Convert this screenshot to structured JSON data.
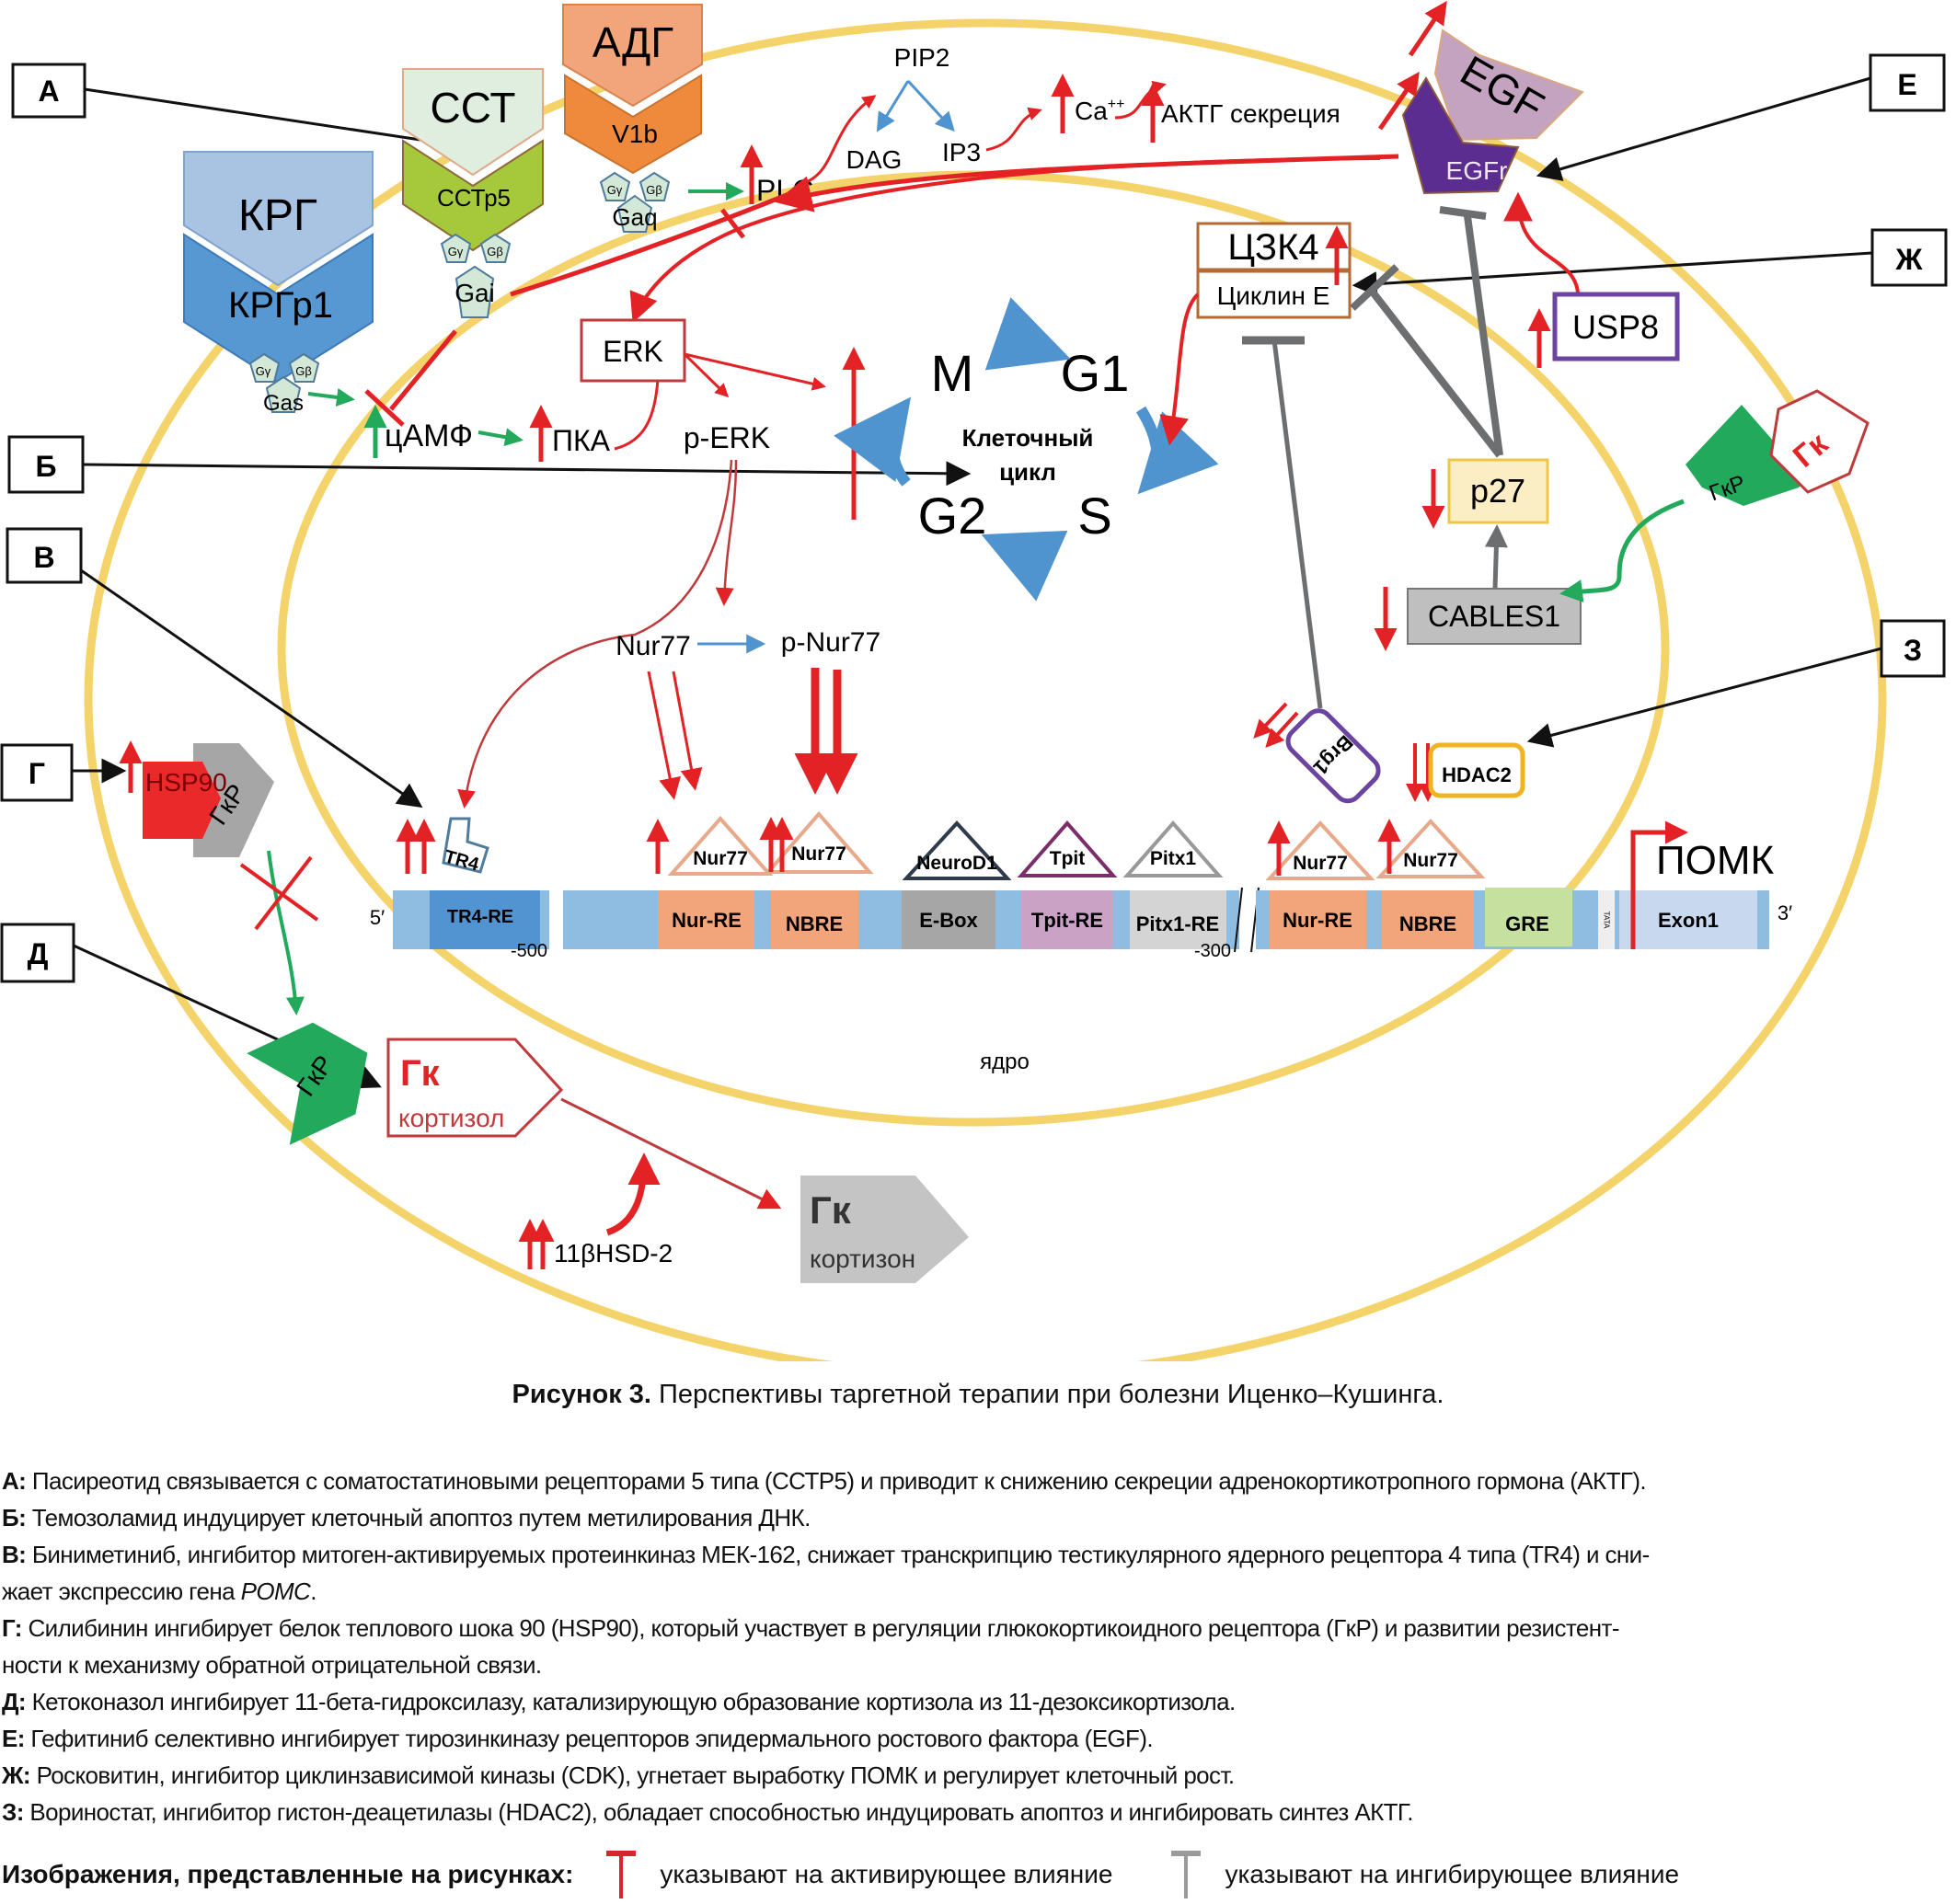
{
  "figure": {
    "title_bold": "Рисунок 3.",
    "title_rest": " Перспективы таргетной терапии при болезни Иценко–Кушинга."
  },
  "colors": {
    "membrane": "#f5d36b",
    "activation_red": "#e32226",
    "inhibition_gray": "#6d6e70",
    "green_arrow": "#22a95b",
    "blue_arrow": "#4f93cf",
    "egfr_purple": "#5b2d91",
    "egf_mauve": "#c4a3c0"
  },
  "callouts": [
    {
      "id": "A",
      "label": "А"
    },
    {
      "id": "B",
      "label": "Б"
    },
    {
      "id": "V",
      "label": "В"
    },
    {
      "id": "G",
      "label": "Г"
    },
    {
      "id": "D",
      "label": "Д"
    },
    {
      "id": "E",
      "label": "Е"
    },
    {
      "id": "Zh",
      "label": "Ж"
    },
    {
      "id": "Z",
      "label": "З"
    }
  ],
  "receptors": {
    "krg": {
      "ligand": "КРГ",
      "receptor": "КРГр1",
      "g_gamma": "Gγ",
      "g_beta": "Gβ",
      "g_alpha": "Gas"
    },
    "sst": {
      "ligand": "ССТ",
      "receptor": "ССТр5",
      "g_gamma": "Gγ",
      "g_beta": "Gβ",
      "g_alpha": "Gai"
    },
    "adg": {
      "ligand": "АДГ",
      "receptor": "V1b",
      "g_gamma": "Gγ",
      "g_beta": "Gβ",
      "g_alpha": "Gaq"
    },
    "egf": {
      "ligand": "EGF",
      "receptor": "EGFr"
    },
    "gk_right": {
      "ligand": "Гк",
      "receptor": "ГкР"
    }
  },
  "cytoplasm": {
    "plc": "PLC",
    "pip2": "PIP2",
    "dag": "DAG",
    "ip3": "IP3",
    "ca": "Ca",
    "ca_sup": "++",
    "acth_secretion": "АКТГ секреция",
    "camp": "цАМФ",
    "pka": "ПКА",
    "erk": "ERK",
    "p_erk": "p-ERK",
    "cdk4": "ЦЗК4",
    "cyclin_e": "Циклин Е",
    "usp8": "USP8",
    "p27": "p27",
    "cables1": "CABLES1",
    "hsp90": "HSP90",
    "gr_hsp": "ГкР",
    "gr_free": "ГкР",
    "gk_cortisol_title": "Гк",
    "gk_cortisol_sub": "кортизол",
    "gk_cortisone_title": "Гк",
    "gk_cortisone_sub": "кортизон",
    "hsd": "11βHSD-2"
  },
  "cell_cycle": {
    "m": "M",
    "g1": "G1",
    "s": "S",
    "g2": "G2",
    "center_line1": "Клеточный",
    "center_line2": "цикл"
  },
  "nucleus": {
    "label": "ядро",
    "nur77": "Nur77",
    "p_nur77": "p-Nur77",
    "brg1": "Brg1",
    "hdac2": "HDAC2",
    "tr4": "TR4",
    "factors": [
      "Nur77",
      "Nur77",
      "NeuroD1",
      "Tpit",
      "Pitx1",
      "Nur77",
      "Nur77"
    ],
    "promoter": {
      "five_prime": "5′",
      "three_prime": "3′",
      "pos_500": "-500",
      "pos_300": "-300",
      "segments": [
        "TR4-RE",
        "Nur-RE",
        "NBRE",
        "E-Box",
        "Tpit-RE",
        "Pitx1-RE",
        "Nur-RE",
        "NBRE",
        "GRE",
        "TATA",
        "Exon1"
      ],
      "gene": "ПОМК"
    }
  },
  "notes": [
    {
      "key": "А:",
      "text": " Пасиреотид связывается с соматостатиновыми рецепторами 5 типа (ССТР5) и приводит к снижению секреции адренокортикотропного гормона (АКТГ)."
    },
    {
      "key": "Б:",
      "text": " Темозоламид индуцирует клеточный апоптоз путем метилирования ДНК."
    },
    {
      "key": "В:",
      "text": " Биниметиниб, ингибитор митоген-активируемых протеинкиназ МЕК-162, снижает транскрипцию тестикулярного ядерного рецептора 4 типа (TR4) и сни-",
      "cont": "жает экспрессию гена ",
      "cont_italic": "POMC",
      "cont_end": "."
    },
    {
      "key": "Г:",
      "text": " Силибинин ингибирует белок теплового шока 90 (HSP90), который участвует в регуляции глюкокортикоидного рецептора (ГкР) и развитии резистент-",
      "cont": "ности к механизму обратной отрицательной связи."
    },
    {
      "key": "Д:",
      "text": " Кетоконазол ингибирует 11-бета-гидроксилазу, катализирующую образование кортизола из 11-дезоксикортизола."
    },
    {
      "key": "Е:",
      "text": " Гефитиниб селективно ингибирует тирозинкиназу рецепторов эпидермального ростового фактора (EGF)."
    },
    {
      "key": "Ж:",
      "text": " Росковитин, ингибитор циклинзависимой киназы (CDK), угнетает выработку ПОМК и регулирует клеточный рост."
    },
    {
      "key": "З:",
      "text": " Вориностат, ингибитор гистон-деацетилазы (HDAC2), обладает способностью индуцировать апоптоз и ингибировать синтез АКТГ."
    }
  ],
  "legend": {
    "lead": "Изображения, представленные на рисунках:",
    "activating": "указывают на активирующее влияние",
    "inhibiting": "указывают на ингибирующее влияние"
  }
}
